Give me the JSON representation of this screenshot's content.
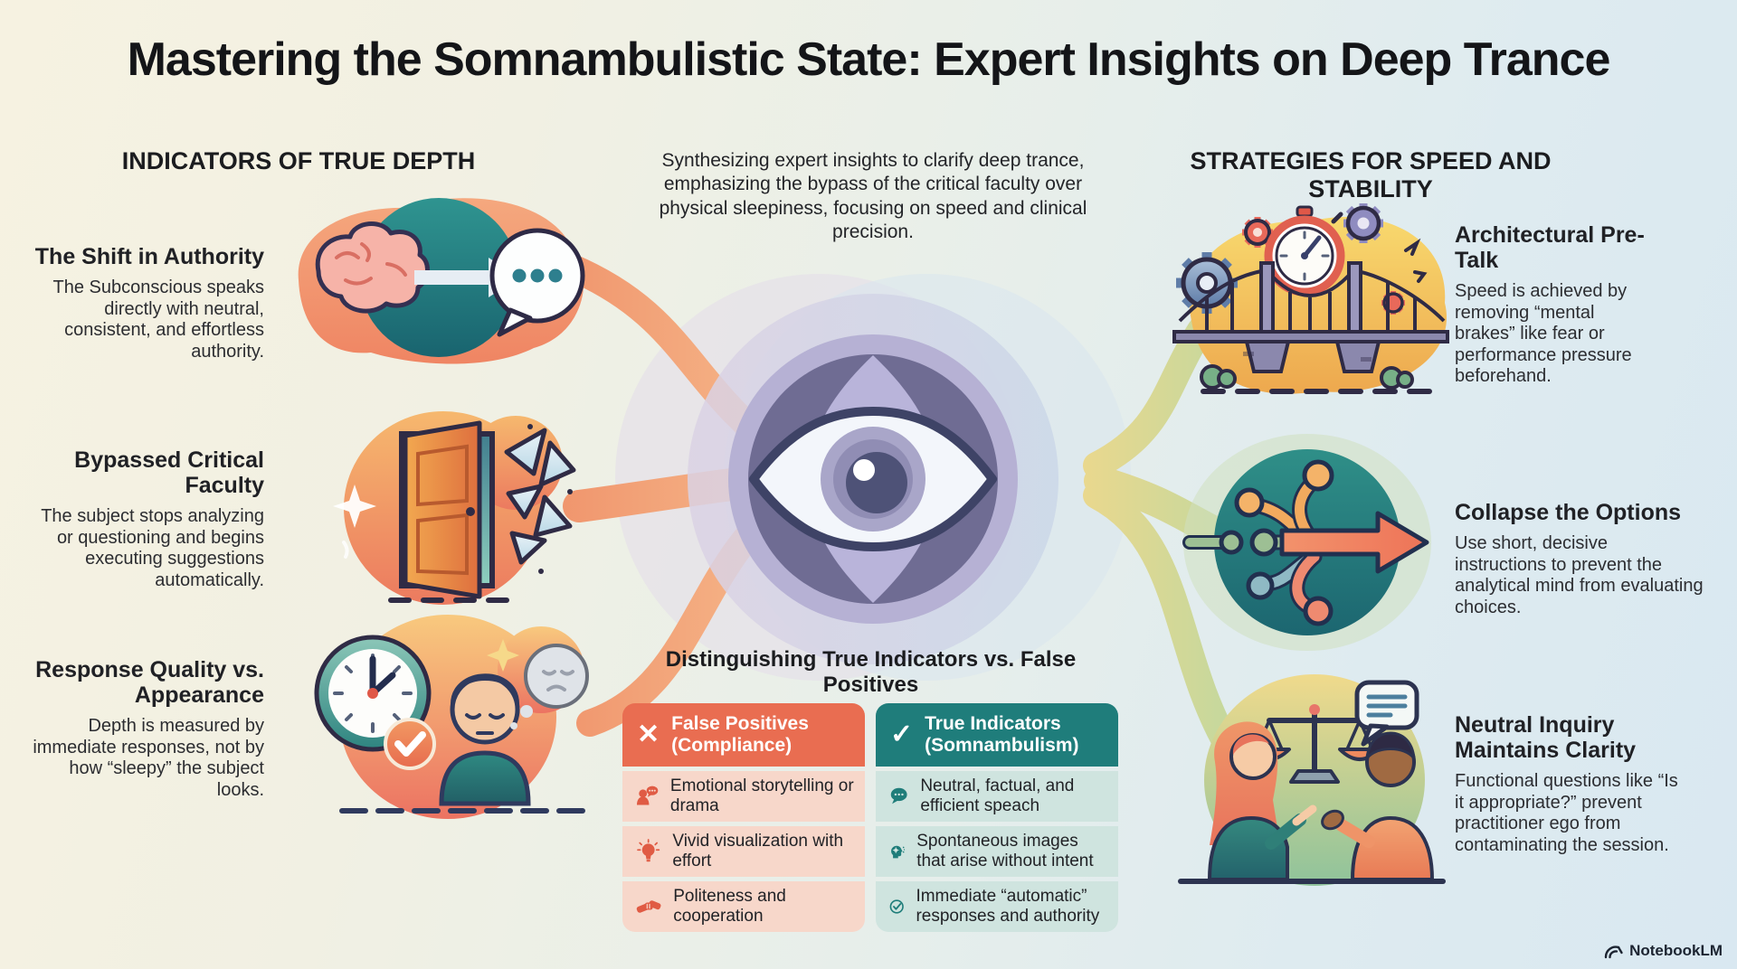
{
  "title": "Mastering the Somnambulistic State: Expert Insights on Deep Trance",
  "left_column": {
    "header": "INDICATORS OF TRUE DEPTH",
    "items": [
      {
        "heading": "The Shift in Authority",
        "description": "The Subconscious speaks directly with neutral, consistent, and effortless authority.",
        "icon": "brain-to-speech-bubble-icon"
      },
      {
        "heading": "Bypassed Critical Faculty",
        "description": "The subject stops analyzing or questioning and begins executing suggestions automatically.",
        "icon": "breaking-door-icon"
      },
      {
        "heading": "Response Quality vs. Appearance",
        "description": "Depth is measured by immediate responses, not by how “sleepy” the subject looks.",
        "icon": "clock-and-sleepy-person-icon"
      }
    ]
  },
  "center": {
    "summary": "Synthesizing expert insights to clarify deep trance, emphasizing the bypass of the critical faculty over physical sleepiness, focusing on speed and clinical precision.",
    "eye_illustration": "all-seeing-eye",
    "comparison": {
      "title": "Distinguishing True Indicators vs. False Positives",
      "false_column": {
        "header": "False Positives (Compliance)",
        "header_icon": "x-icon",
        "header_icon_glyph": "✕",
        "accent_color": "#e96d51",
        "row_tint": "#f7d7ca",
        "rows": [
          {
            "icon": "person-with-speech-icon",
            "text": "Emotional storytelling or drama"
          },
          {
            "icon": "lightbulb-icon",
            "text": "Vivid visualization with effort"
          },
          {
            "icon": "handshake-icon",
            "text": "Politeness and cooperation"
          }
        ]
      },
      "true_column": {
        "header": "True Indicators (Somnambulism)",
        "header_icon": "check-icon",
        "header_icon_glyph": "✓",
        "accent_color": "#1f7d7b",
        "row_tint": "#cfe4df",
        "rows": [
          {
            "icon": "speech-bubble-icon",
            "text": "Neutral, factual, and efficient speach"
          },
          {
            "icon": "head-with-gear-icon",
            "text": "Spontaneous images that arise without intent"
          },
          {
            "icon": "check-circle-icon",
            "text": "Immediate “automatic” responses and authority"
          }
        ]
      }
    }
  },
  "right_column": {
    "header": "STRATEGIES FOR SPEED AND STABILITY",
    "items": [
      {
        "heading": "Architectural Pre-Talk",
        "description": "Speed is achieved by removing “mental brakes” like fear or performance pressure beforehand.",
        "icon": "bridge-with-stopwatch-and-gears-icon"
      },
      {
        "heading": "Collapse the Options",
        "description": "Use short, decisive instructions to prevent the analytical mind from evaluating choices.",
        "icon": "converging-paths-arrow-icon"
      },
      {
        "heading": "Neutral Inquiry Maintains Clarity",
        "description": "Functional questions like “Is it appropriate?” prevent practitioner ego from contaminating the session.",
        "icon": "two-people-with-scales-icon"
      }
    ]
  },
  "watermark": {
    "brand": "NotebookLM",
    "icon": "notebooklm-logo-icon"
  }
}
